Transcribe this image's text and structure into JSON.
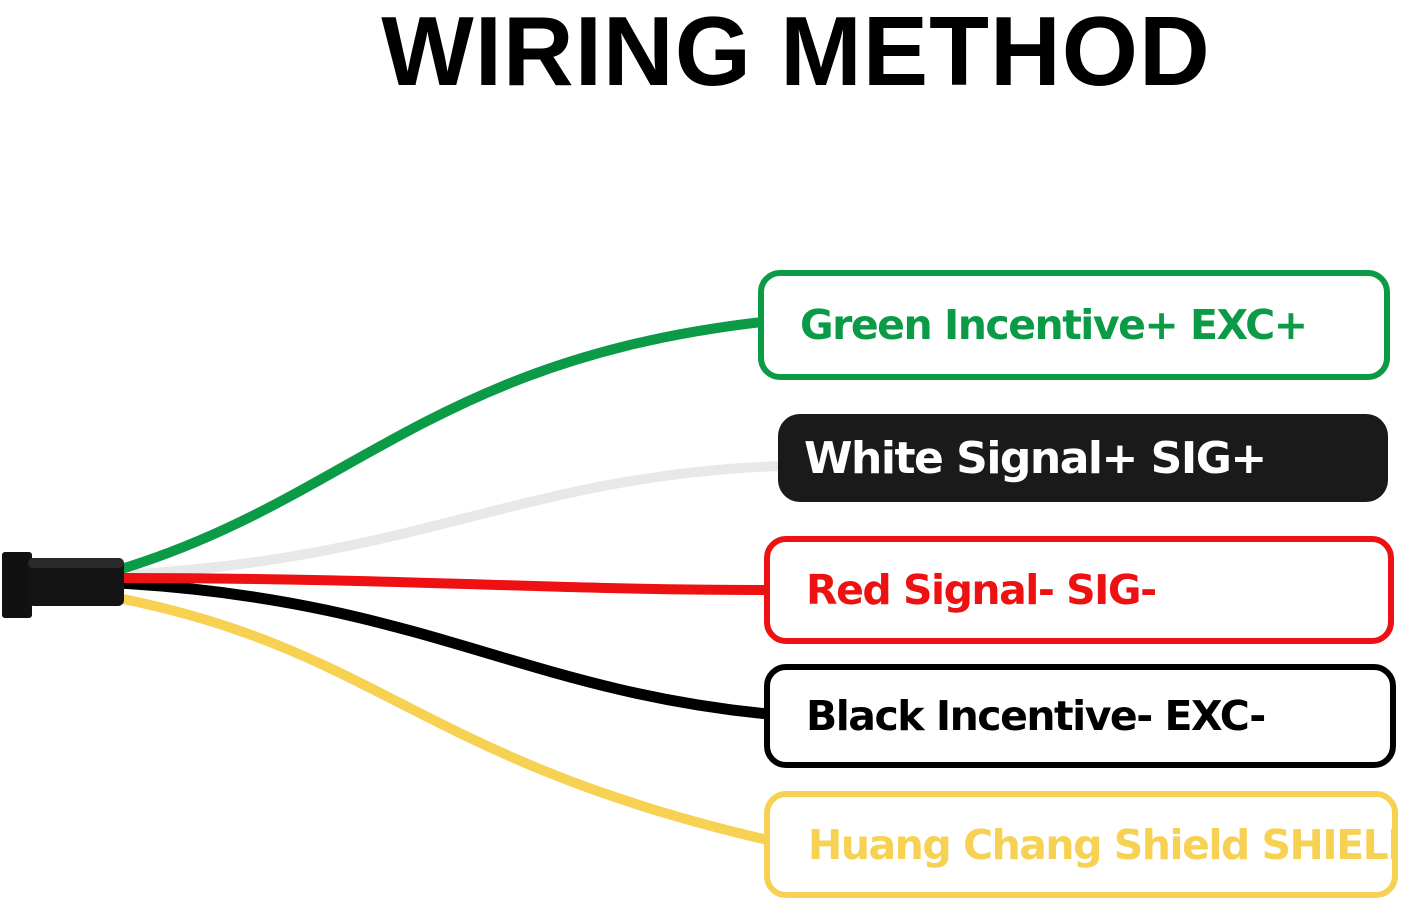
{
  "title": "WIRING METHOD",
  "colors": {
    "green": "#0b9a46",
    "white_wire": "#e8e8e8",
    "red": "#ee1111",
    "black": "#000000",
    "yellow": "#f6d152",
    "dark_box": "#1a1a1a"
  },
  "wires": [
    {
      "label": "Green Incentive+ EXC+"
    },
    {
      "label": "White Signal+ SIG+"
    },
    {
      "label": "Red Signal- SIG-"
    },
    {
      "label": "Black Incentive- EXC-"
    },
    {
      "label": "Huang Chang Shield SHIELD"
    }
  ]
}
